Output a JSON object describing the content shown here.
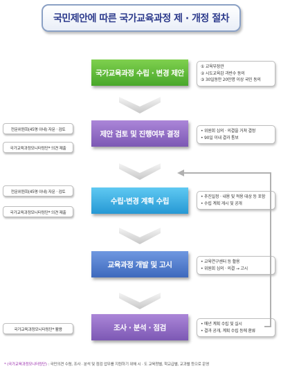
{
  "title": "국민제안에 따른 국가교육과정 제 · 개정 절차",
  "steps": [
    {
      "label": "국가교육과정 수립 · 변경 제안"
    },
    {
      "label": "제안 검토 및 진행여부 결정"
    },
    {
      "label": "수립·변경 계획 수립"
    },
    {
      "label": "교육과정 개발 및 고시"
    },
    {
      "label": "조사 · 분석 · 점검"
    }
  ],
  "notes": [
    {
      "lines": [
        "① 교육부장관",
        "② 시도교육감 과반수 동의",
        "③ 30일동안 20만명 이상 국민 동의"
      ]
    },
    {
      "lines": [
        "• 위원회 심의 · 의결을 거쳐 결정",
        "• 90일 이내 결과 통보"
      ]
    },
    {
      "lines": [
        "• 추진일정 · 내용 및 적용 대상 등 포함",
        "• 수립 계획 게시 및 공개"
      ]
    },
    {
      "lines": [
        "• 교육연구센터 등 활용",
        "• 위원회 심의 · 의결 → 고시"
      ]
    },
    {
      "lines": [
        "• 매년 계획 수립 및 실시",
        "• 결과 공개, 계획 수립 등에 환류"
      ]
    }
  ],
  "side_boxes": [
    {
      "label": "전문위원회(45명 이내) 자문 · 검토"
    },
    {
      "label": "국가교육과정모니터링단* 의견 제출"
    },
    {
      "label": "전문위원회(45명 이내) 자문 · 검토"
    },
    {
      "label": "국가교육과정모니터링단* 의견 제출"
    },
    {
      "label": "국가교육과정모니터링단* 활용"
    }
  ],
  "footnote": {
    "label": "* (국가교육과정모니터링단)",
    "text": " : 국민의견 수렴, 조사 · 분석 및 점검 업무를 지원하기 위해 시 · 도 교육청별, 학교급별, 교과별 등으로 운영"
  },
  "colors": {
    "title_text": "#2d3b8c",
    "step1": "#48a72a",
    "step2": "#7c58b4",
    "step3": "#2698d4",
    "step4": "#3e69bd",
    "step5": "#7c58b4",
    "connector": "#b0b0b0"
  }
}
